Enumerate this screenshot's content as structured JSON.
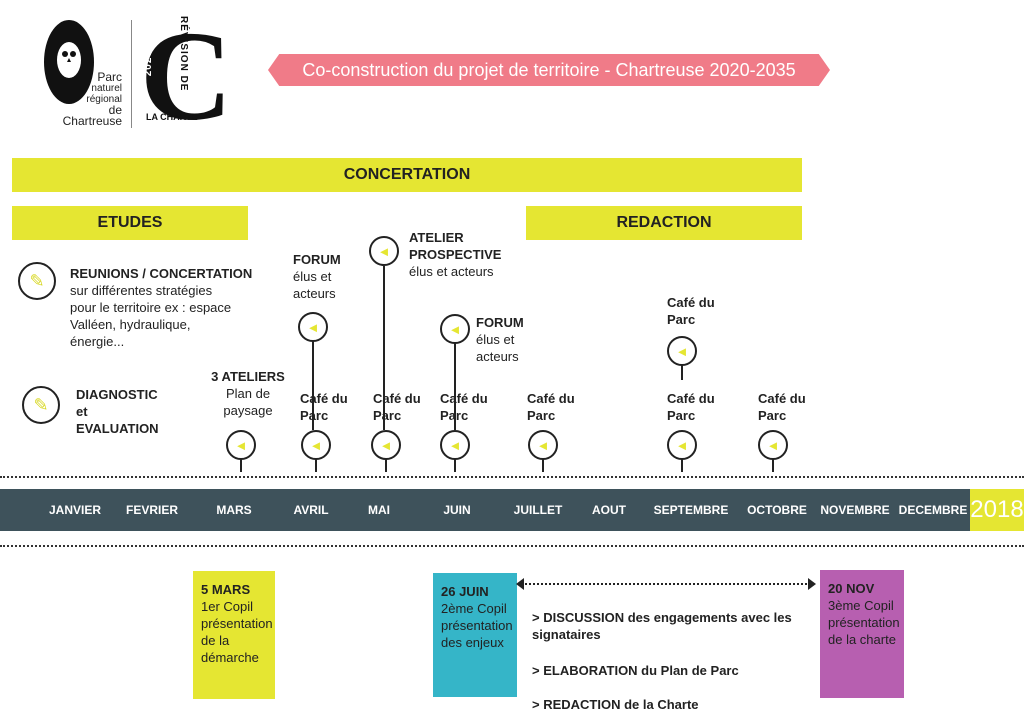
{
  "logo": {
    "line1": "Parc",
    "line2": "naturel",
    "line3": "régional",
    "line4": "de Chartreuse",
    "revision": "RÉVISION DE",
    "years": "2020|2035",
    "charte": "LA CHARTE",
    "big_letter": "C"
  },
  "title": "Co-construction du projet de territoire - Chartreuse 2020-2035",
  "phases": {
    "concertation": "CONCERTATION",
    "etudes": "ETUDES",
    "redaction": "REDACTION"
  },
  "studies": {
    "reunions_title": "REUNIONS / CONCERTATION",
    "reunions_l1": "sur différentes stratégies",
    "reunions_l2": "pour le territoire ex : espace",
    "reunions_l3": "Valléen, hydraulique,",
    "reunions_l4": "énergie...",
    "diag_l1": "DIAGNOSTIC",
    "diag_l2": "et",
    "diag_l3": "EVALUATION"
  },
  "events": {
    "ateliers_title": "3 ATELIERS",
    "ateliers_l1": "Plan de",
    "ateliers_l2": "paysage",
    "forum1_title": "FORUM",
    "forum1_l1": "élus et",
    "forum1_l2": "acteurs",
    "atelier_title1": "ATELIER",
    "atelier_title2": "PROSPECTIVE",
    "atelier_sub": "élus et acteurs",
    "forum2_title": "FORUM",
    "forum2_l1": "élus et",
    "forum2_l2": "acteurs",
    "cafe_l1": "Café du",
    "cafe_l2": "Parc"
  },
  "months": [
    "JANVIER",
    "FEVRIER",
    "MARS",
    "AVRIL",
    "MAI",
    "JUIN",
    "JUILLET",
    "AOUT",
    "SEPTEMBRE",
    "OCTOBRE",
    "NOVEMBRE",
    "DECEMBRE"
  ],
  "year": "2018",
  "copils": {
    "c1_date": "5 MARS",
    "c1_l1": "1er Copil",
    "c1_l2": "présentation",
    "c1_l3": "de la",
    "c1_l4": "démarche",
    "c2_date": "26 JUIN",
    "c2_l1": "2ème Copil",
    "c2_l2": "présentation",
    "c2_l3": "des enjeux",
    "c3_date": "20 NOV",
    "c3_l1": "3ème Copil",
    "c3_l2": "présentation",
    "c3_l3": "de la charte"
  },
  "steps": {
    "s1_l1": "> DISCUSSION des engagements avec les",
    "s1_l2": "signataires",
    "s2": "> ELABORATION du Plan de Parc",
    "s3": "> REDACTION de la Charte"
  },
  "colors": {
    "yellow": "#e5e632",
    "pink": "#f07b88",
    "band": "#3e525b",
    "cyan": "#35b5c8",
    "purple": "#b75fb0"
  }
}
